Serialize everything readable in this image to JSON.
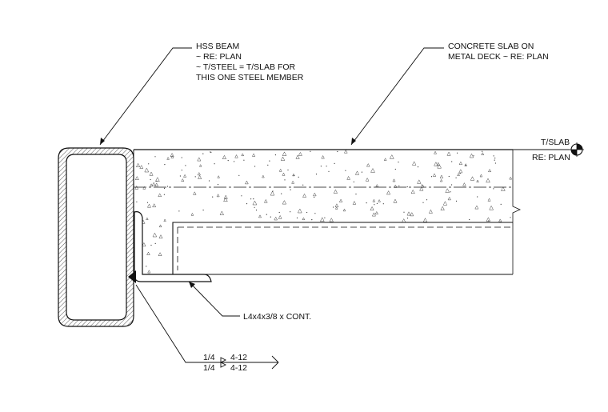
{
  "callouts": {
    "hss_beam": [
      "HSS BEAM",
      "~ RE: PLAN",
      "~ T/STEEL = T/SLAB FOR",
      "THIS ONE STEEL MEMBER"
    ],
    "slab": [
      "CONCRETE SLAB ON",
      "METAL DECK ~ RE: PLAN"
    ],
    "angle": "L4x4x3/8 x CONT.",
    "elevation": [
      "T/SLAB",
      "RE: PLAN"
    ]
  },
  "weld": {
    "size_top": "1/4",
    "length_top": "4-12",
    "size_bottom": "1/4",
    "length_bottom": "4-12"
  },
  "colors": {
    "line": "#111111",
    "background": "#ffffff"
  }
}
